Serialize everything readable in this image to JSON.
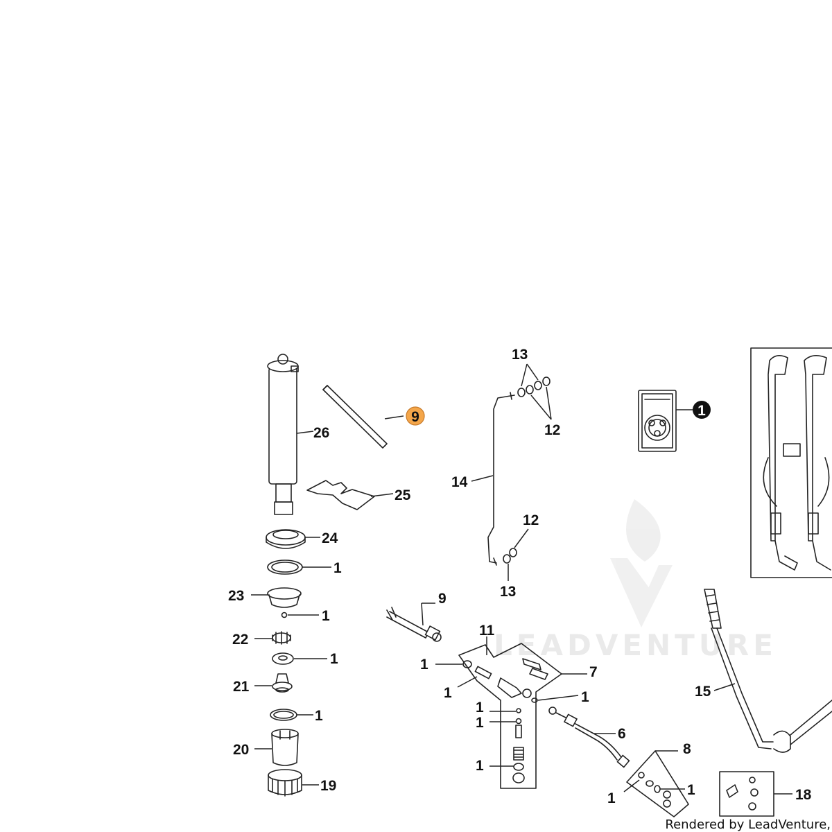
{
  "watermark": {
    "text": "LEADVENTURE"
  },
  "footer": {
    "text": "Rendered by LeadVenture,"
  },
  "highlight_color": "#f4a64a",
  "callouts": {
    "c26": "26",
    "c9a": "9",
    "c25": "25",
    "c24": "24",
    "c1a": "1",
    "c23": "23",
    "c1b": "1",
    "c22": "22",
    "c1c": "1",
    "c21": "21",
    "c1d": "1",
    "c20": "20",
    "c19": "19",
    "c13a": "13",
    "c12a": "12",
    "c14": "14",
    "c12b": "12",
    "c13b": "13",
    "c1e": "1",
    "c9b": "9",
    "c11": "11",
    "c1f": "1",
    "c1g": "1",
    "c7": "7",
    "c1h": "1",
    "c1i": "1",
    "c1j": "1",
    "c1k": "1",
    "c6": "6",
    "c8": "8",
    "c1l": "1",
    "c1m": "1",
    "c15": "15",
    "c18": "18"
  }
}
